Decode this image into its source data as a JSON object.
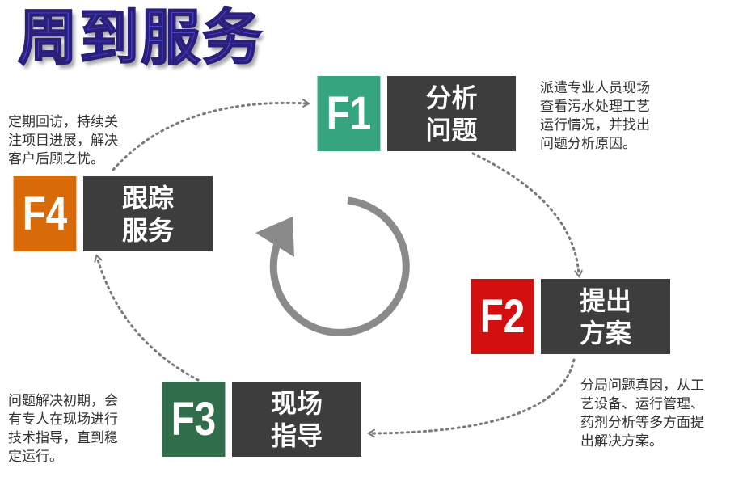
{
  "title": "周到服务",
  "steps": [
    {
      "code": "F1",
      "label": "分析\n问题",
      "color": "#35a57f",
      "desc": "派遣专业人员现场\n查看污水处理工艺\n运行情况，并找出\n问题分析原因。"
    },
    {
      "code": "F2",
      "label": "提出\n方案",
      "color": "#d40f0f",
      "desc": "分局问题真因，从工\n艺设备、运行管理、\n药剂分析等多方面提\n出解决方案。"
    },
    {
      "code": "F3",
      "label": "现场\n指导",
      "color": "#2f6d4b",
      "desc": "问题解决初期，会\n有专人在现场进行\n技术指导，直到稳\n定运行。"
    },
    {
      "code": "F4",
      "label": "跟踪\n服务",
      "color": "#d86b07",
      "desc": "定期回访，持续关\n注项目进展，解决\n客户后顾之忧。"
    }
  ],
  "colors": {
    "label_bg": "#3d3d3d",
    "arrow": "#7a7a7a",
    "cycle": "#8a8a8a",
    "title": "#4a47d6"
  }
}
